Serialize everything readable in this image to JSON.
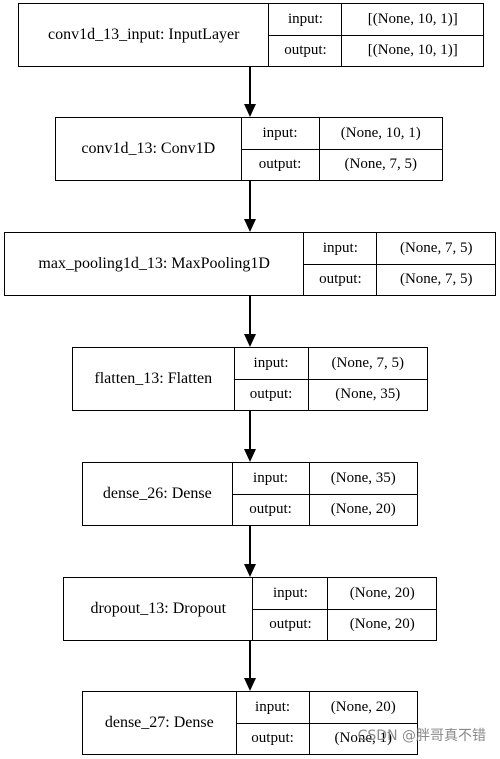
{
  "layers": [
    {
      "name": "conv1d_13_input: InputLayer",
      "input_label": "input:",
      "input_value": "[(None, 10, 1)]",
      "output_label": "output:",
      "output_value": "[(None, 10, 1)]"
    },
    {
      "name": "conv1d_13: Conv1D",
      "input_label": "input:",
      "input_value": "(None, 10, 1)",
      "output_label": "output:",
      "output_value": "(None, 7, 5)"
    },
    {
      "name": "max_pooling1d_13: MaxPooling1D",
      "input_label": "input:",
      "input_value": "(None, 7, 5)",
      "output_label": "output:",
      "output_value": "(None, 7, 5)"
    },
    {
      "name": "flatten_13: Flatten",
      "input_label": "input:",
      "input_value": "(None, 7, 5)",
      "output_label": "output:",
      "output_value": "(None, 35)"
    },
    {
      "name": "dense_26: Dense",
      "input_label": "input:",
      "input_value": "(None, 35)",
      "output_label": "output:",
      "output_value": "(None, 20)"
    },
    {
      "name": "dropout_13: Dropout",
      "input_label": "input:",
      "input_value": "(None, 20)",
      "output_label": "output:",
      "output_value": "(None, 20)"
    },
    {
      "name": "dense_27: Dense",
      "input_label": "input:",
      "input_value": "(None, 20)",
      "output_label": "output:",
      "output_value": "(None, 1)"
    }
  ],
  "watermark": "CSDN @胖哥真不错"
}
